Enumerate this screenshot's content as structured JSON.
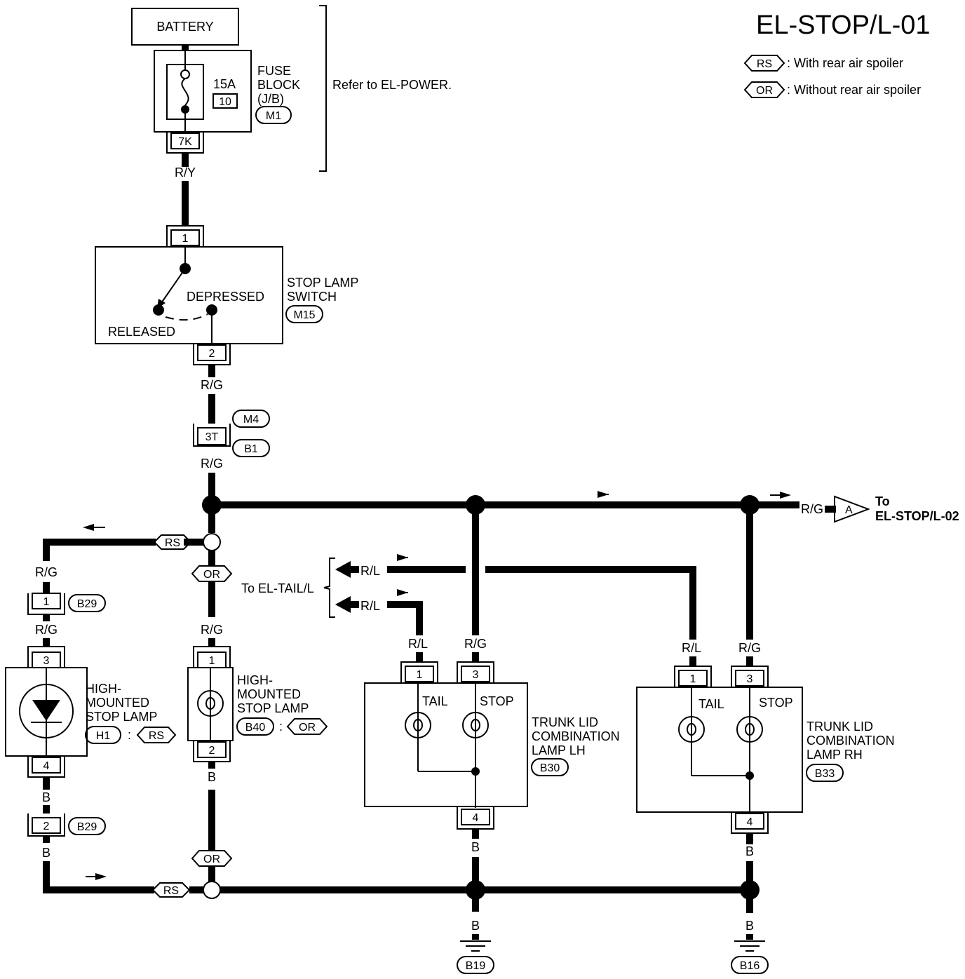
{
  "title": "EL-STOP/L-01",
  "legend": [
    {
      "code": "RS",
      "text": ": With rear air spoiler"
    },
    {
      "code": "OR",
      "text": ": Without rear air spoiler"
    }
  ],
  "battery": {
    "label": "BATTERY"
  },
  "fuse_block": {
    "label_lines": [
      "FUSE",
      "BLOCK",
      "(J/B)"
    ],
    "connector": "M1",
    "rating": "15A",
    "fuse_no": "10",
    "terminal": "7K"
  },
  "refer_note": "Refer to EL-POWER.",
  "stop_lamp_switch": {
    "label_lines": [
      "STOP LAMP",
      "SWITCH"
    ],
    "connector": "M15",
    "pin_in": "1",
    "pin_out": "2",
    "depressed": "DEPRESSED",
    "released": "RELEASED"
  },
  "joint": {
    "terminal": "3T",
    "connector_top": "M4",
    "connector_bottom": "B1"
  },
  "wires": {
    "ry": "R/Y",
    "rg": "R/G",
    "rl": "R/L",
    "b": "B"
  },
  "to_tail": "To EL-TAIL/L",
  "to_next": {
    "marker": "A",
    "line1": "To",
    "line2": "EL-STOP/L-02"
  },
  "hmsl_led": {
    "label_lines": [
      "HIGH-",
      "MOUNTED",
      "STOP LAMP"
    ],
    "connector": "H1",
    "sep": ":",
    "option": "RS",
    "pin_top": "3",
    "pin_bottom": "4"
  },
  "hmsl_bulb": {
    "label_lines": [
      "HIGH-",
      "MOUNTED",
      "STOP LAMP"
    ],
    "connector": "B40",
    "sep": ":",
    "option": "OR",
    "pin_top": "1",
    "pin_bottom": "2"
  },
  "b29_connector": {
    "connector": "B29",
    "pin_upper": "1",
    "pin_lower": "2"
  },
  "trunk_lh": {
    "label_lines": [
      "TRUNK LID",
      "COMBINATION",
      "LAMP LH"
    ],
    "connector": "B30",
    "tail": "TAIL",
    "stop": "STOP",
    "pin_tail": "1",
    "pin_stop": "3",
    "pin_ground": "4"
  },
  "trunk_rh": {
    "label_lines": [
      "TRUNK LID",
      "COMBINATION",
      "LAMP RH"
    ],
    "connector": "B33",
    "tail": "TAIL",
    "stop": "STOP",
    "pin_tail": "1",
    "pin_stop": "3",
    "pin_ground": "4"
  },
  "ground_lh": "B19",
  "ground_rh": "B16"
}
